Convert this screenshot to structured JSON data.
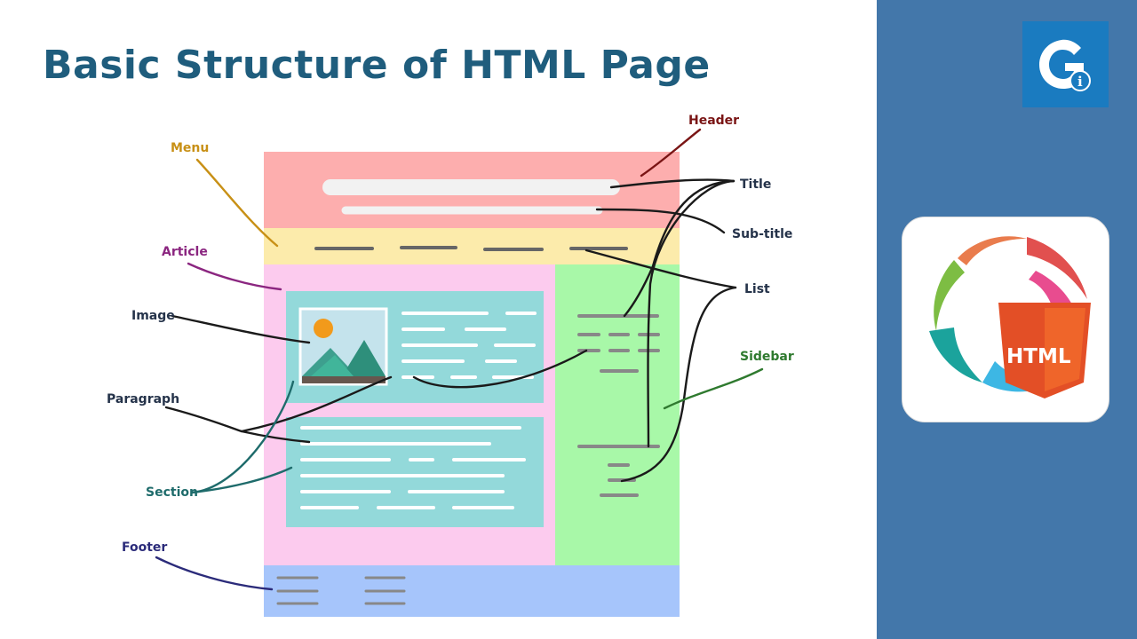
{
  "slide": {
    "title": "Basic Structure of HTML Page"
  },
  "diagram": {
    "labels": {
      "header": "Header",
      "menu": "Menu",
      "title": "Title",
      "subtitle": "Sub-title",
      "article": "Article",
      "list": "List",
      "image": "Image",
      "sidebar": "Sidebar",
      "paragraph": "Paragraph",
      "section": "Section",
      "footer": "Footer"
    },
    "label_colors": {
      "header": "#7a1515",
      "menu": "#c89016",
      "title": "#25334a",
      "article": "#8b2680",
      "image": "#25334a",
      "sidebar": "#2f7a2f",
      "section": "#1e6b6b",
      "footer": "#2b2b7a"
    },
    "region_colors": {
      "header": "#fdaeae",
      "menu": "#fcebab",
      "article": "#fccbee",
      "sidebar": "#a8f8a8",
      "section": "#93d9da",
      "footer": "#a6c5fb"
    }
  },
  "branding": {
    "logo_letter": "G",
    "logo_small_letter": "i",
    "app_badge_text": "HTML",
    "icons": [
      "g-i-logo-icon",
      "html-badge-icon"
    ]
  }
}
